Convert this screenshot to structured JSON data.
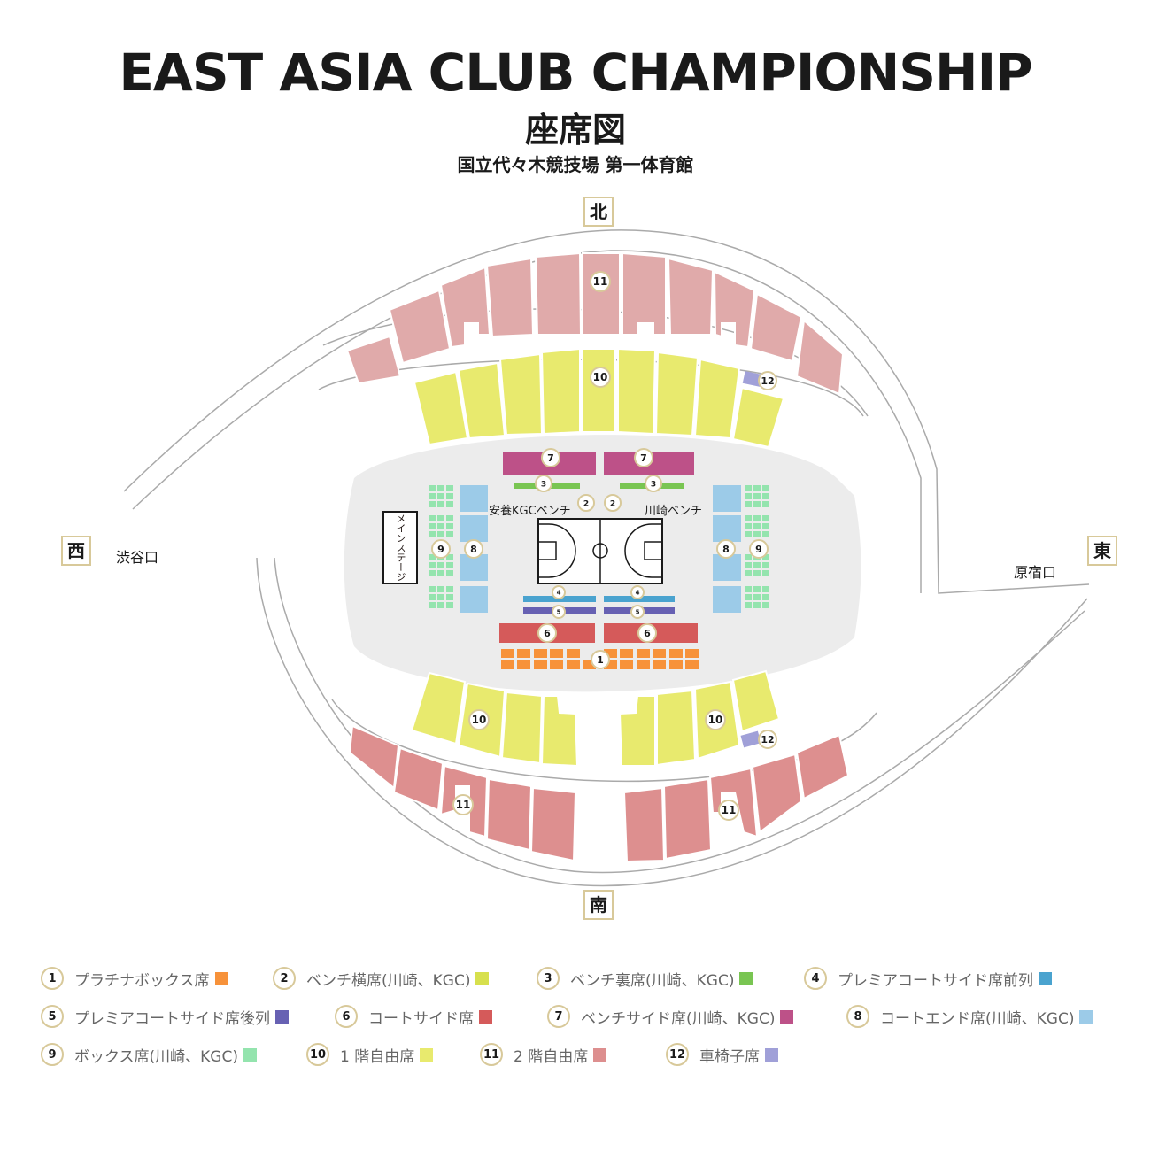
{
  "header": {
    "title": "EAST ASIA CLUB CHAMPIONSHIP",
    "subtitle": "座席図",
    "venue": "国立代々木競技場 第一体育館"
  },
  "compass": {
    "north": "北",
    "south": "南",
    "west": "西",
    "east": "東"
  },
  "gates": {
    "west": "渋谷口",
    "east": "原宿口"
  },
  "court": {
    "stage_label": "メインステージ",
    "bench_left": "安養KGCベンチ",
    "bench_right": "川崎ベンチ"
  },
  "colors": {
    "s1": "#f7923a",
    "s2": "#d7e04d",
    "s3": "#79c552",
    "s4": "#4aa3cf",
    "s5": "#6761b3",
    "s6": "#d55a5a",
    "s7": "#bd5188",
    "s8": "#9ccbe8",
    "s9": "#94e4ae",
    "s10": "#e8ea6e",
    "s11n": "#e0aaaa",
    "s11s": "#dd8f8f",
    "s12": "#a0a0d8",
    "floor": "#ececec",
    "badge_border": "#d8c99a"
  },
  "badges": {
    "n11": "11",
    "n10": "10",
    "n12": "12",
    "s10a": "10",
    "s10b": "10",
    "s12": "12",
    "s11a": "11",
    "s11b": "11",
    "c7a": "7",
    "c7b": "7",
    "c3a": "3",
    "c3b": "3",
    "c2a": "2",
    "c2b": "2",
    "c4a": "4",
    "c4b": "4",
    "c5a": "5",
    "c5b": "5",
    "c6a": "6",
    "c6b": "6",
    "c1": "1",
    "w9": "9",
    "w8": "8",
    "e8": "8",
    "e9": "9"
  },
  "legend": [
    {
      "num": "1",
      "label": "プラチナボックス席",
      "color": "#f7923a"
    },
    {
      "num": "2",
      "label": "ベンチ横席(川崎、KGC)",
      "color": "#d7e04d"
    },
    {
      "num": "3",
      "label": "ベンチ裏席(川崎、KGC)",
      "color": "#79c552"
    },
    {
      "num": "4",
      "label": "プレミアコートサイド席前列",
      "color": "#4aa3cf"
    },
    {
      "num": "5",
      "label": "プレミアコートサイド席後列",
      "color": "#6761b3"
    },
    {
      "num": "6",
      "label": "コートサイド席",
      "color": "#d55a5a"
    },
    {
      "num": "7",
      "label": "ベンチサイド席(川崎、KGC)",
      "color": "#bd5188"
    },
    {
      "num": "8",
      "label": "コートエンド席(川崎、KGC)",
      "color": "#9ccbe8"
    },
    {
      "num": "9",
      "label": "ボックス席(川崎、KGC)",
      "color": "#94e4ae"
    },
    {
      "num": "10",
      "label": "1 階自由席",
      "color": "#e8ea6e"
    },
    {
      "num": "11",
      "label": "2 階自由席",
      "color": "#dd8f8f"
    },
    {
      "num": "12",
      "label": "車椅子席",
      "color": "#a0a0d8"
    }
  ]
}
